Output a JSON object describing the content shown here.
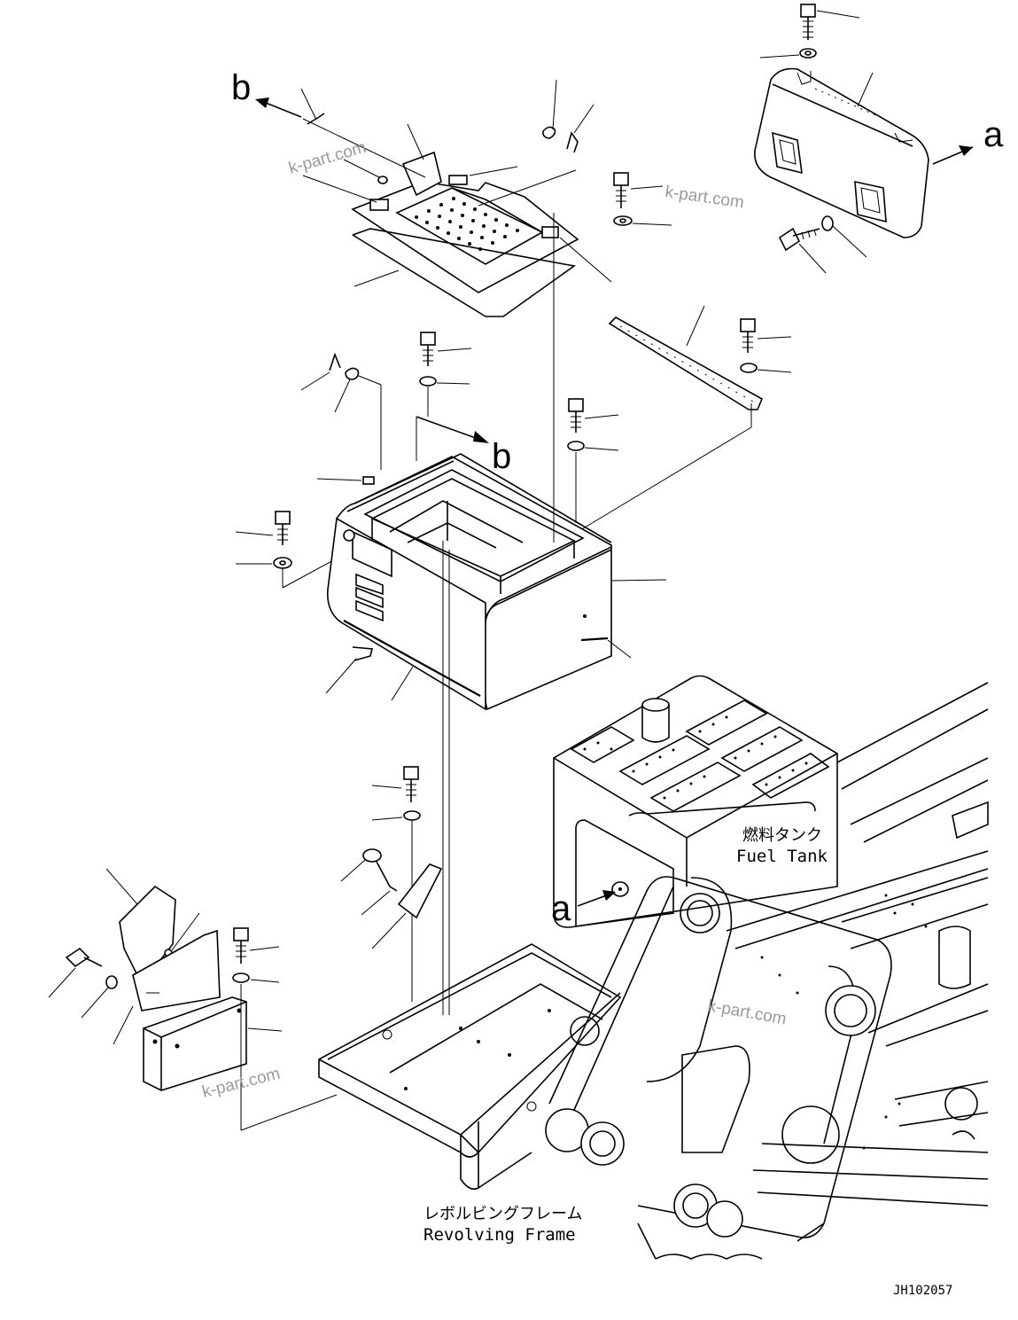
{
  "labels": {
    "fuel_tank_jp": "燃料タンク",
    "fuel_tank_en": "Fuel Tank",
    "revolving_frame_jp": "レボルビングフレーム",
    "revolving_frame_en": "Revolving Frame",
    "drawing_code": "JH102057"
  },
  "reference_marks": {
    "a_top": "a",
    "a_lower": "a",
    "b_top": "b",
    "b_middle": "b"
  },
  "watermarks": [
    "k-part.com",
    "k-part.com",
    "k-part.com",
    "k-part.com"
  ]
}
